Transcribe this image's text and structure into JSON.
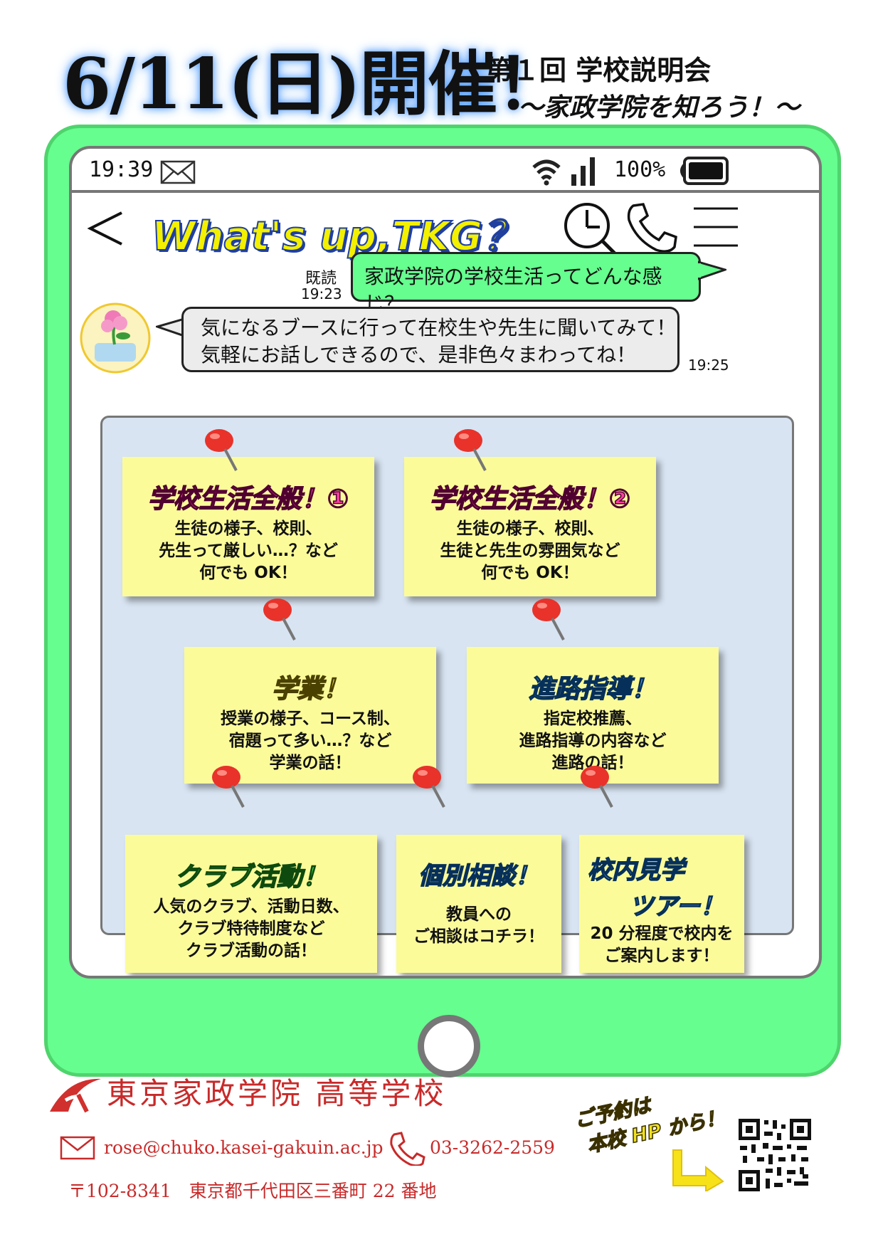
{
  "header": {
    "date_title": "6/11(日)開催！",
    "event_number": "第１回 学校説明会",
    "event_subtitle": "～家政学院を知ろう！～"
  },
  "status_bar": {
    "time": "19:39",
    "battery": "100%",
    "icons": [
      "mail-icon",
      "wifi-icon",
      "signal-icon",
      "battery-icon"
    ]
  },
  "chat": {
    "title": "What's up,TKG？",
    "header_icons": [
      "back-icon",
      "clock-search-icon",
      "phone-icon",
      "menu-icon"
    ],
    "sent": {
      "read_label": "既読",
      "time": "19:23",
      "text": "家政学院の学校生活ってどんな感じ？"
    },
    "received": {
      "lines": [
        "気になるブースに行って在校生や先生に聞いてみて！",
        "気軽にお話しできるので、是非色々まわってね！"
      ],
      "time": "19:25"
    }
  },
  "booths": [
    {
      "title": "学校生活全般！①",
      "body": "生徒の様子、校則、\n先生って厳しい…？など\n何でも OK！",
      "color": "pink"
    },
    {
      "title": "学校生活全般！②",
      "body": "生徒の様子、校則、\n生徒と先生の雰囲気など\n何でも OK！",
      "color": "pink"
    },
    {
      "title": "学業！",
      "body": "授業の様子、コース制、\n宿題って多い…？など\n学業の話！",
      "color": "yellow"
    },
    {
      "title": "進路指導！",
      "body": "指定校推薦、\n進路指導の内容など\n進路の話！",
      "color": "blue"
    },
    {
      "title": "クラブ活動！",
      "body": "人気のクラブ、活動日数、\nクラブ特待制度など\nクラブ活動の話！",
      "color": "green"
    },
    {
      "title": "個別相談！",
      "body": "教員への\nご相談はコチラ！",
      "color": "lblue"
    },
    {
      "title_line1": "校内見学",
      "title_line2": "ツアー！",
      "body": "20 分程度で校内を\nご案内します！",
      "color": "lblue"
    }
  ],
  "footer": {
    "school_name": "東京家政学院 高等学校",
    "email": "rose@chuko.kasei-gakuin.ac.jp",
    "phone": "03-3262-2559",
    "address": "〒102-8341　東京都千代田区三番町 22 番地",
    "reserve_line1": "ご予約は",
    "reserve_line2": "本校 HP から！"
  },
  "colors": {
    "tablet_green": "#66fe8f",
    "note_yellow": "#fbfb9a",
    "brand_red": "#c82a2a",
    "board_blue": "#d8e4f2"
  }
}
